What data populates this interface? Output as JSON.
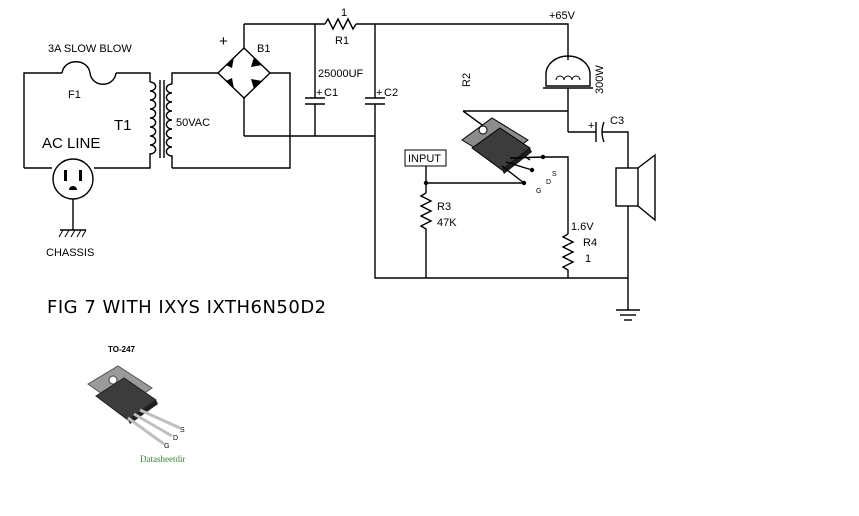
{
  "supply": {
    "voltage": "+65V"
  },
  "fuse": {
    "rating": "3A SLOW BLOW",
    "ref": "F1"
  },
  "transformer": {
    "ref": "T1",
    "secondary": "50VAC"
  },
  "ac_line": {
    "label": "AC LINE",
    "ground": "CHASSIS"
  },
  "bridge": {
    "ref": "B1",
    "plus": "+"
  },
  "resistor_r1": {
    "ref": "R1",
    "value": "1"
  },
  "cap_c1": {
    "ref": "C1",
    "value": "25000UF",
    "polarity": "+"
  },
  "cap_c2": {
    "ref": "C2",
    "polarity": "+"
  },
  "resistor_r2": {
    "ref": "R2"
  },
  "lamp": {
    "value": "300W"
  },
  "cap_c3": {
    "ref": "C3",
    "polarity": "+"
  },
  "input": {
    "label": "INPUT"
  },
  "resistor_r3": {
    "ref": "R3",
    "value": "47K"
  },
  "resistor_r4": {
    "ref": "R4",
    "value": "1",
    "voltage": "1.6V"
  },
  "transistor_pins": {
    "s": "S",
    "d": "D",
    "g": "G"
  },
  "figure_caption": "FIG 7  WITH IXYS  IXTH6N50D2",
  "package": {
    "name": "TO-247",
    "pin_s": "S",
    "pin_d": "D",
    "pin_g": "G",
    "watermark": "Datasheetdir"
  },
  "colors": {
    "ink": "#000000",
    "watermark": "#3a8a3a",
    "package_body": "#3c3c3c",
    "package_tab": "#9a9a9a"
  }
}
